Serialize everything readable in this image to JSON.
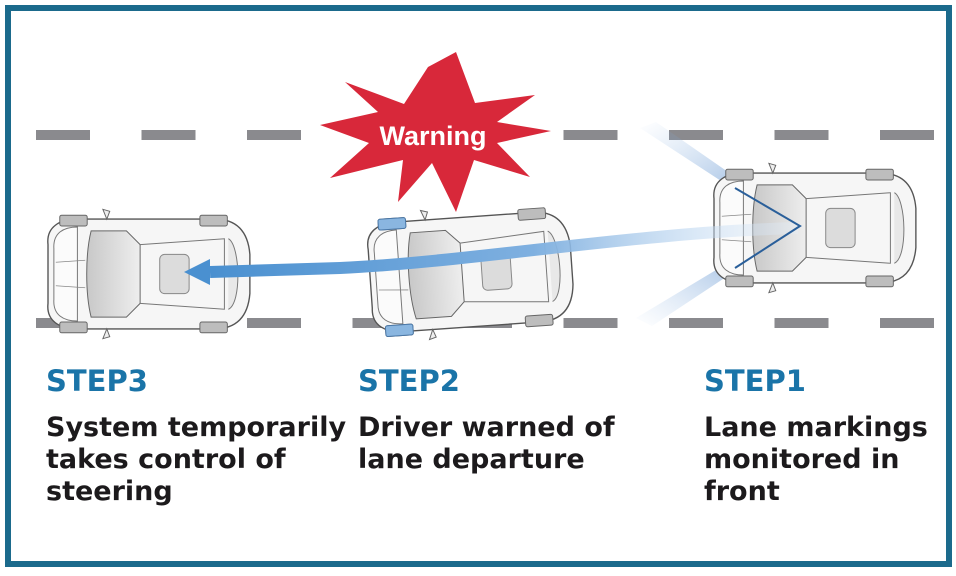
{
  "warning": {
    "label": "Warning",
    "color": "#d8283a"
  },
  "colors": {
    "frame": "#1b6a8c",
    "step_title": "#1a74a8",
    "lane_marking": "#8a8a8e",
    "arrow": "#4a90d0"
  },
  "steps": [
    {
      "title": "STEP3",
      "description_lines": [
        "System temporarily",
        "takes control of",
        "steering"
      ]
    },
    {
      "title": "STEP2",
      "description_lines": [
        "Driver warned of",
        "lane departure"
      ]
    },
    {
      "title": "STEP1",
      "description_lines": [
        "Lane markings",
        "monitored in",
        "front"
      ]
    }
  ]
}
